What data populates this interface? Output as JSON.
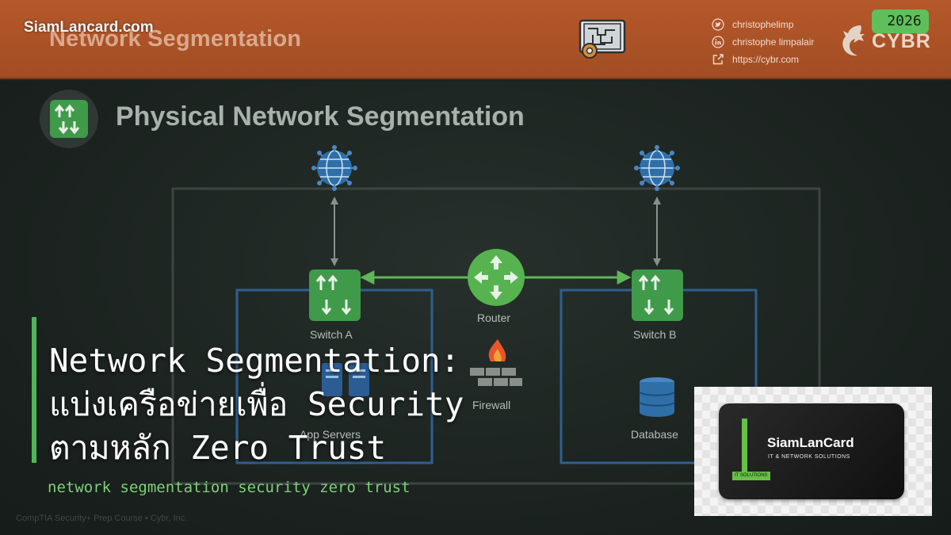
{
  "header": {
    "title": "Network Segmentation",
    "watermark": "SiamLancard.com",
    "social": [
      {
        "icon": "twitter-icon",
        "text": "christophelimp"
      },
      {
        "icon": "linkedin-icon",
        "text": "christophe limpalair"
      },
      {
        "icon": "external-link-icon",
        "text": "https://cybr.com"
      }
    ],
    "brand": "CYBR",
    "year_badge": "2026"
  },
  "slide": {
    "section_title": "Physical Network Segmentation",
    "diagram": {
      "switch_a": "Switch A",
      "switch_b": "Switch B",
      "router": "Router",
      "firewall": "Firewall",
      "app_servers": "App Servers",
      "database": "Database"
    },
    "footer": "CompTIA Security+ Prep Course • Cybr, Inc."
  },
  "overlay": {
    "headline_lines": [
      "Network Segmentation:",
      "แบ่งเครือข่ายเพื่อ Security",
      "ตามหลัก Zero Trust"
    ],
    "keywords": "network segmentation security zero trust"
  },
  "ad": {
    "name": "SiamLanCard",
    "tagline": "IT & NETWORK SOLUTIONS",
    "chip": "IT SOLUTIONS"
  },
  "colors": {
    "header_bg": "#a24d24",
    "accent_green": "#4fb657",
    "switch_green": "#3f9a4a",
    "router_green": "#56b34f",
    "zone_blue": "#2f5f8f",
    "outline_gray": "#3d4541"
  }
}
